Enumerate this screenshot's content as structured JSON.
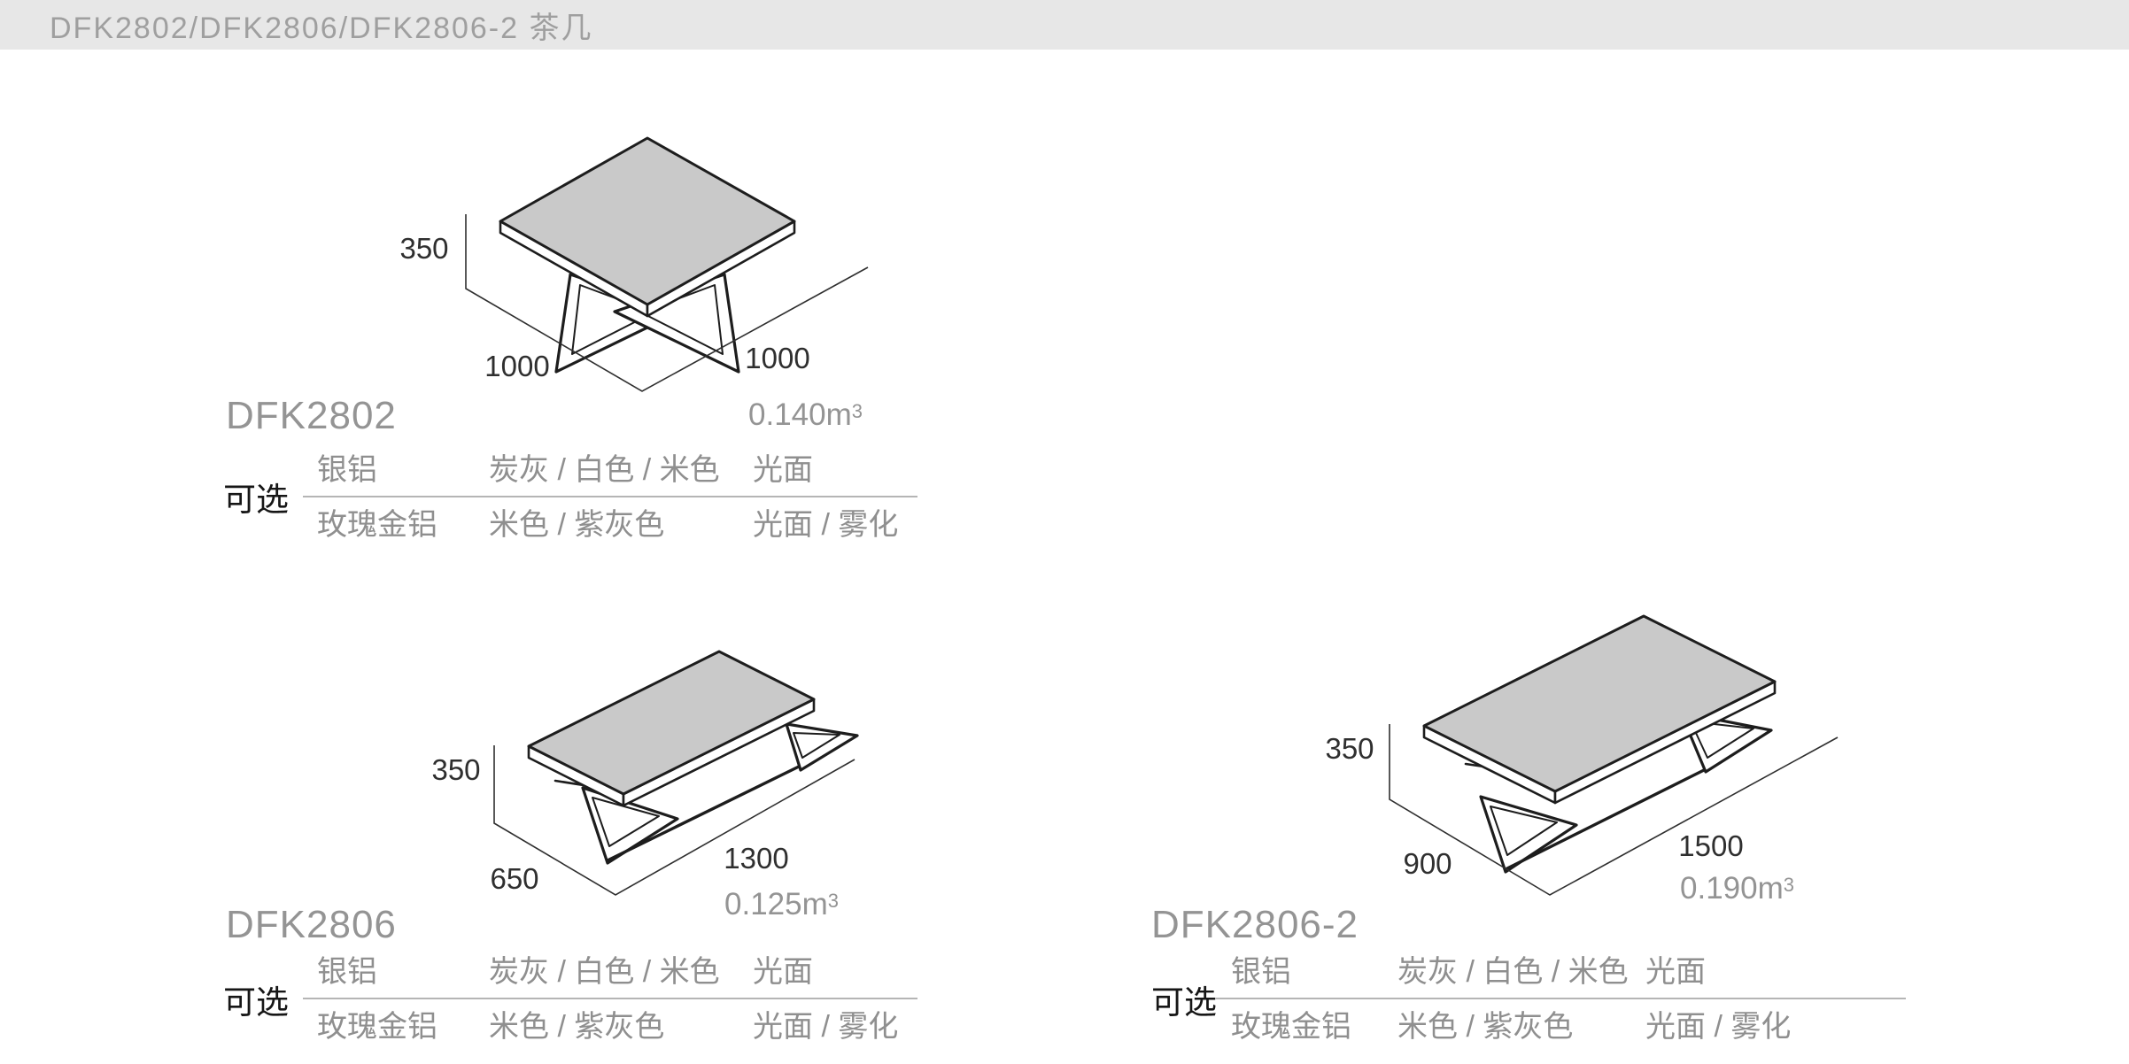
{
  "header": {
    "title": "DFK2802/DFK2806/DFK2806-2 茶几"
  },
  "products": [
    {
      "code": "DFK2802",
      "height": "350",
      "dim_left": "1000",
      "dim_right": "1000",
      "volume": "0.140m",
      "volume_sup": "3",
      "options": {
        "label": "可选",
        "rows": [
          {
            "material": "银铝",
            "colors": "炭灰 / 白色 / 米色",
            "finish": "光面"
          },
          {
            "material": "玫瑰金铝",
            "colors": "米色 / 紫灰色",
            "finish": "光面 / 雾化"
          }
        ]
      }
    },
    {
      "code": "DFK2806",
      "height": "350",
      "dim_left": "650",
      "dim_right": "1300",
      "volume": "0.125m",
      "volume_sup": "3",
      "options": {
        "label": "可选",
        "rows": [
          {
            "material": "银铝",
            "colors": "炭灰 / 白色 / 米色",
            "finish": "光面"
          },
          {
            "material": "玫瑰金铝",
            "colors": "米色 / 紫灰色",
            "finish": "光面 / 雾化"
          }
        ]
      }
    },
    {
      "code": "DFK2806-2",
      "height": "350",
      "dim_left": "900",
      "dim_right": "1500",
      "volume": "0.190m",
      "volume_sup": "3",
      "options": {
        "label": "可选",
        "rows": [
          {
            "material": "银铝",
            "colors": "炭灰 / 白色 / 米色",
            "finish": "光面"
          },
          {
            "material": "玫瑰金铝",
            "colors": "米色 / 紫灰色",
            "finish": "光面 / 雾化"
          }
        ]
      }
    }
  ],
  "colors": {
    "header_bg": "#e7e7e7",
    "header_text": "#9f9f9f",
    "tabletop": "#c9c9c9",
    "outline": "#1d1d1d",
    "dim_text": "#2f2f2f",
    "muted_text": "#949494",
    "cell_text": "#8f8f8f",
    "label_text": "#161616",
    "divider": "#b5b5b5"
  }
}
